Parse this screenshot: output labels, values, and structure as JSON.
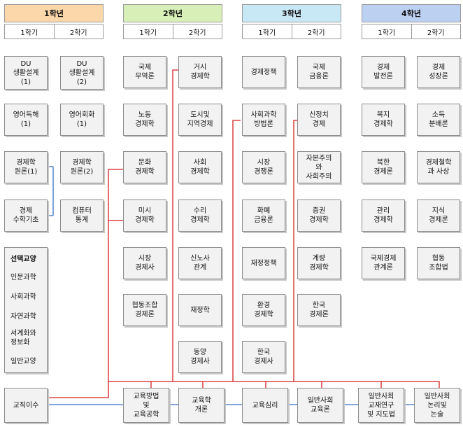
{
  "years": [
    {
      "label": "1학년",
      "color": "#fbd7aa"
    },
    {
      "label": "2학년",
      "color": "#d8f0b8"
    },
    {
      "label": "3학년",
      "color": "#c9e8f6"
    },
    {
      "label": "4학년",
      "color": "#bcd0f2"
    }
  ],
  "semesters": [
    "1학기",
    "2학기"
  ],
  "courses": {
    "du1": "DU\n생활설계\n(1)",
    "du2": "DU\n생활설계\n(2)",
    "eng_reading": "영어독해\n(1)",
    "eng_conv": "영어회화\n(1)",
    "econ_intro1": "경제학\n원론(1)",
    "econ_intro2": "경제학\n원론(2)",
    "econ_math": "경제\n수학기초",
    "computer_stats": "컴퓨터\n통계",
    "intl_trade": "국제\n무역론",
    "macro": "거시\n경제학",
    "labor": "노동\n경제학",
    "urban": "도시및\n지역경제",
    "culture": "문화\n경제학",
    "social_econ": "사회\n경제학",
    "micro": "미시\n경제학",
    "math_econ": "수리\n경제학",
    "market_hist": "시장\n경제사",
    "labor_rel": "신노사\n관계",
    "coop": "협동조합\n경제론",
    "finance_pub": "재정학",
    "east_hist": "동양\n경제사",
    "econ_policy": "경제정책",
    "intl_finance": "국제\n금융론",
    "soc_method": "사회과학\n방법론",
    "political_econ": "신정치\n경제",
    "market_comp": "시장\n경쟁론",
    "cap_soc": "자본주의\n와\n사회주의",
    "money": "화폐\n금융론",
    "securities": "증권\n경제학",
    "fiscal_policy": "재정정책",
    "econometrics": "계량\n경제학",
    "environment": "환경\n경제학",
    "korean_econ": "한국\n경제론",
    "korean_hist": "한국\n경제사",
    "development": "경제\n발전론",
    "growth": "경제\n성장론",
    "welfare": "복지\n경제학",
    "income": "소득\n분배론",
    "nk": "북한\n경제론",
    "philosophy": "경제철학\n과 사상",
    "management": "관리\n경제학",
    "knowledge": "지식\n경제론",
    "intl_relations": "국제경제\n관계론",
    "coop_law": "협동\n조합법"
  },
  "electives": {
    "title": "선택교양",
    "items": [
      "인문과학",
      "사회과학",
      "자연과학",
      "서계화와\n정보화",
      "일반교양"
    ]
  },
  "teaching": {
    "label": "교직이수",
    "courses": {
      "methods": "교육방법\n및\n교육공학",
      "intro": "교육학\n개론",
      "psych": "교육심리",
      "soc_edu": "일반사회\n교육론",
      "materials": "일반사회\n교재연구\n및 지도법",
      "logic": "일반사회\n논리및\n논술"
    }
  },
  "colors": {
    "connector_red": "#d42020",
    "connector_blue": "#3a6fc4"
  }
}
